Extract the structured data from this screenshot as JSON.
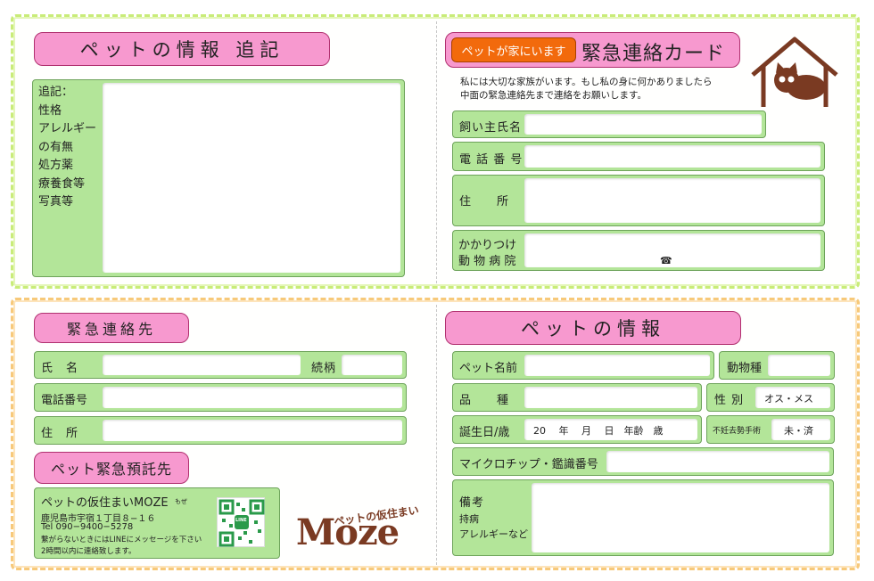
{
  "addendum": {
    "title": "ペットの情報 追記",
    "labels": [
      "追記：",
      "性格",
      "アレルギー",
      "の有無",
      "処方薬",
      "療養食等",
      "写真等"
    ]
  },
  "card": {
    "badge": "ペットが家にいます",
    "title": "緊急連絡カード",
    "note_line1": "私には大切な家族がいます。もし私の身に何かありましたら",
    "note_line2": "中面の緊急連絡先まで連絡をお願いします。",
    "owner_label": "飼い主氏名",
    "phone_label": "電 話 番 号",
    "address_label": "住　　所",
    "vet_label_1": "かかりつけ",
    "vet_label_2": "動 物 病 院",
    "phone_symbol": "☎"
  },
  "emergency": {
    "title": "緊急連絡先",
    "name_label": "氏　名",
    "relation_label": "続柄",
    "phone_label": "電話番号",
    "address_label": "住　所"
  },
  "custody": {
    "title": "ペット緊急預託先",
    "org_name": "ペットの仮住まいMOZE",
    "org_reading": "もぜ",
    "address": "鹿児島市宇宿１丁目８−１６",
    "tel": "Tel 090−9400−5278",
    "note1": "繋がらないときにはLINEにメッセージを下さい",
    "note2": "2時間以内に連絡致します。",
    "qr_text": "LINE",
    "logo_sub": "ペットの仮住まい",
    "logo_main": "Moze"
  },
  "pet_info": {
    "title": "ペットの情報",
    "name_label": "ペット名前",
    "species_label": "動物種",
    "breed_label": "品　　種",
    "sex_label": "性 別",
    "sex_value": "オス・メス",
    "birth_label": "誕生日/歳",
    "birth_value": "20　 年　 月　 日　年齢　歳",
    "neuter_label": "不妊去勢手術",
    "neuter_value": "未・済",
    "chip_label": "マイクロチップ・鑑識番号",
    "notes_label": "備考",
    "notes_sub1": "持病",
    "notes_sub2": "アレルギーなど"
  },
  "colors": {
    "pink": "#f799cf",
    "green": "#b3e599",
    "orange_badge": "#f26a0c",
    "logo_brown": "#7a3a22"
  }
}
